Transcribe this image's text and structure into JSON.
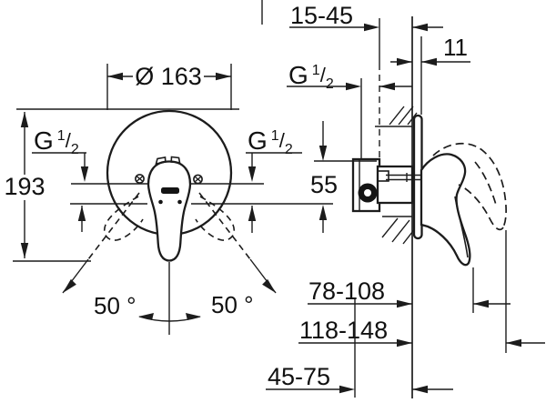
{
  "labels": {
    "diameter": "Ø 163",
    "height": "193",
    "angle_left": "50 °",
    "angle_right": "50 °",
    "install_depth": "15-45",
    "plate_thickness": "11",
    "body_height": "55",
    "projection_closed": "78-108",
    "projection_open": "118-148",
    "housing_depth": "45-75"
  },
  "thread": {
    "g": "G",
    "sup": "1",
    "slash": "/",
    "sub": "2"
  },
  "colors": {
    "line": "#1c1c1c",
    "background": "#ffffff"
  }
}
